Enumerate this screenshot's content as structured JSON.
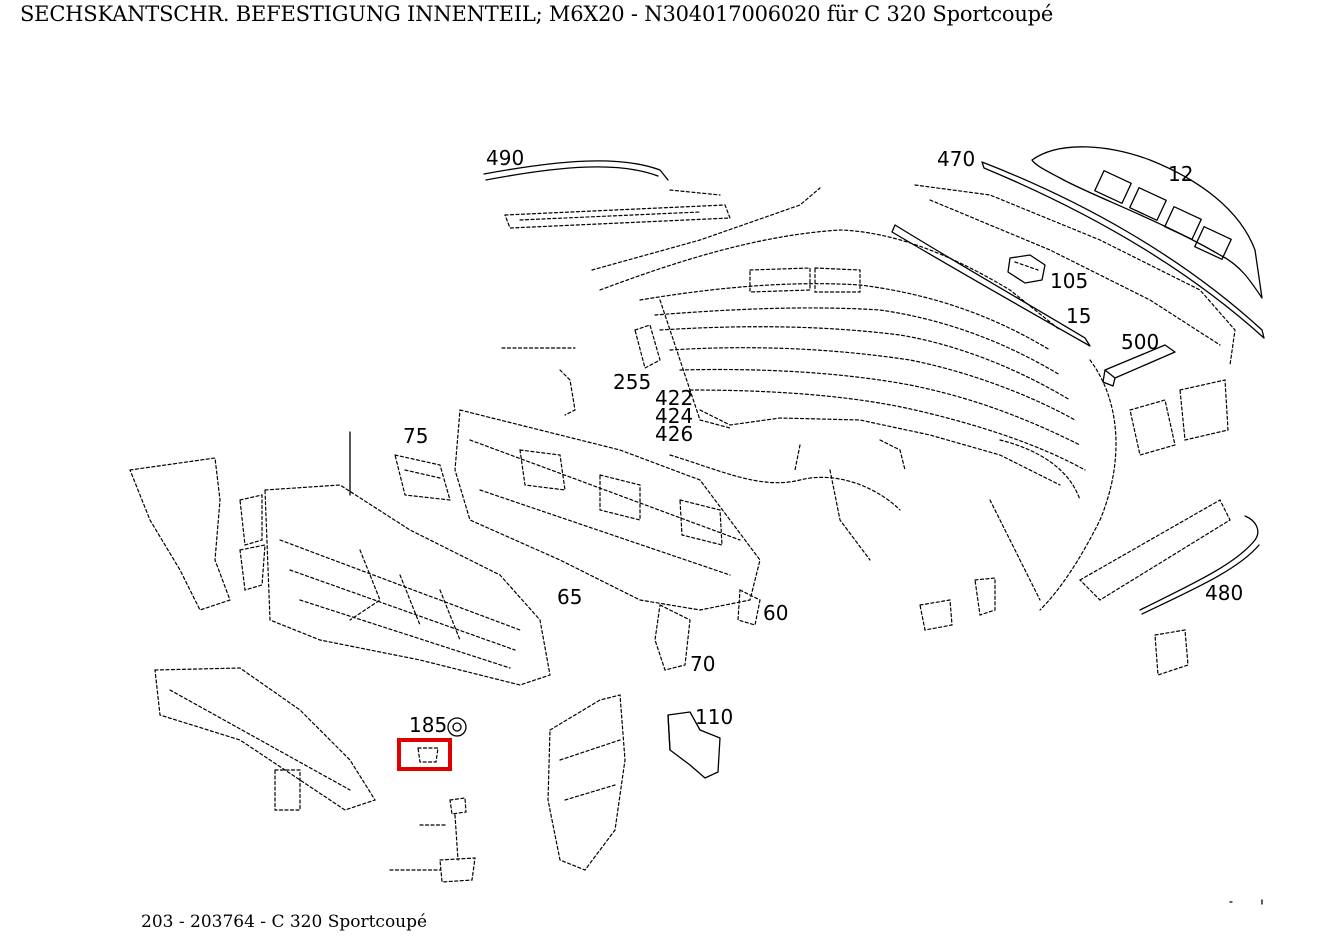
{
  "page": {
    "title": "SECHSKANTSCHR. BEFESTIGUNG INNENTEIL; M6X20 - N304017006020 für C 320 Sportcoupé",
    "caption": "203 - 203764 - C 320 Sportcoupé"
  },
  "diagram": {
    "highlight_color": "#e00000",
    "part_labels": {
      "p490": "490",
      "p470": "470",
      "p12": "12",
      "p105": "105",
      "p15": "15",
      "p500": "500",
      "p255": "255",
      "p422": "422",
      "p424": "424",
      "p426": "426",
      "p75": "75",
      "p65": "65",
      "p60": "60",
      "p70": "70",
      "p110": "110",
      "p185": "185",
      "p480": "480"
    }
  }
}
